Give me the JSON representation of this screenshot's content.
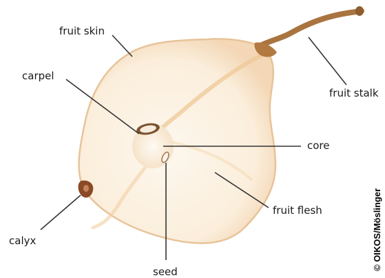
{
  "labels": {
    "fruit_skin": "fruit skin",
    "carpel": "carpel",
    "calyx": "calyx",
    "fruit_stalk": "fruit stalk",
    "core": "core",
    "fruit_flesh": "fruit flesh",
    "seed": "seed"
  },
  "credit": "© OIKOS/Möslinger",
  "colors": {
    "flesh": "#fbeedd",
    "flesh_inner": "#fdf6ec",
    "skin_edge": "#e9c49b",
    "vascular": "#ecc28e",
    "stalk": "#a9743f",
    "calyx": "#8a4a25",
    "leader_line": "#333333"
  }
}
